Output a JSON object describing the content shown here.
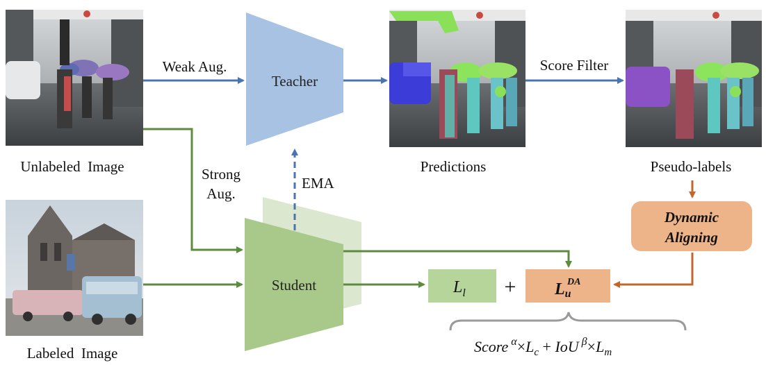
{
  "colors": {
    "blue_flow": "#4a74b0",
    "green_flow": "#5e8c3e",
    "orange_flow": "#c0672c",
    "teacher_fill": "#a7c2e2",
    "student_fill": "#a9c98a",
    "student_shadow": "#dbe8cf",
    "loss_l_fill": "#b5d59b",
    "loss_u_fill": "#eeb489",
    "dynamic_fill": "#eeb489",
    "brace": "#9a9a9a"
  },
  "images": {
    "unlabeled": {
      "caption": "Unlabeled  Image",
      "icon": "street-photo-icon"
    },
    "labeled": {
      "caption": "Labeled  Image",
      "icon": "building-bus-photo-icon"
    },
    "predictions": {
      "caption": "Predictions",
      "icon": "segmentation-mask-icon"
    },
    "pseudo": {
      "caption": "Pseudo-labels",
      "icon": "filtered-mask-icon"
    }
  },
  "modules": {
    "teacher": "Teacher",
    "student": "Student",
    "dynamic_line1": "Dynamic",
    "dynamic_line2": "Aligning"
  },
  "edges": {
    "weak": "Weak Aug.",
    "strong_line1": "Strong",
    "strong_line2": "Aug.",
    "ema": "EMA",
    "score_filter": "Score Filter"
  },
  "losses": {
    "l_symbol": "L",
    "l_sub": "l",
    "plus": "+",
    "u_symbol": "L",
    "u_sub": "u",
    "u_sup": "DA"
  },
  "formula": {
    "score": "Score",
    "alpha": "α",
    "times1": "×",
    "Lc": "L",
    "c": "c",
    "plus": " + ",
    "iou": "IoU",
    "beta": "β",
    "times2": "×",
    "Lm": "L",
    "m": "m"
  }
}
